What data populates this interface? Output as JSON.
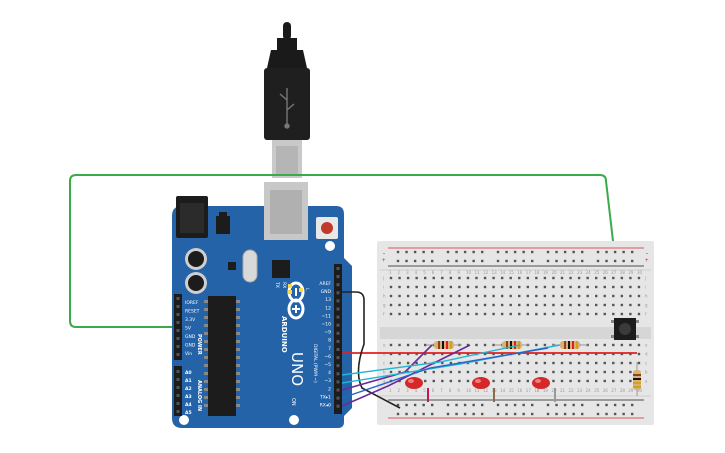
{
  "board": {
    "logo": "ARDUINO",
    "model": "UNO",
    "on_label": "ON",
    "tx_label": "TX",
    "rx_label": "RX",
    "l_label": "L",
    "power_header_title": "POWER",
    "analog_header_title": "ANALOG IN",
    "digital_header_title": "DIGITAL (PWM ~)",
    "power_pins": [
      "IOREF",
      "RESET",
      "3.3V",
      "5V",
      "GND",
      "GND",
      "Vin"
    ],
    "analog_pins": [
      "A0",
      "A1",
      "A2",
      "A3",
      "A4",
      "A5"
    ],
    "digital_pins": [
      "AREF",
      "GND",
      "13",
      "12",
      "~11",
      "~10",
      "~9",
      "8",
      "7",
      "~6",
      "~5",
      "4",
      "~3",
      "2",
      "TX▸1",
      "RX◂0"
    ]
  },
  "breadboard": {
    "columns": 30,
    "rows_top": [
      "j",
      "i",
      "h",
      "g",
      "f"
    ],
    "rows_bottom": [
      "e",
      "d",
      "c",
      "b",
      "a"
    ],
    "rail_plus": "+",
    "rail_minus": "-"
  },
  "colors": {
    "board": "#2563a8",
    "breadboard": "#e6e6e6",
    "wire_green": "#3aaa4a",
    "wire_red": "#e02020",
    "wire_black": "#222222",
    "wire_purple": "#6a2a9a",
    "wire_cyan": "#1fb7d4",
    "wire_blue": "#2a62c8",
    "led": "#d62828"
  },
  "components": {
    "leds": [
      "red-led-1",
      "red-led-2",
      "red-led-3"
    ],
    "resistors": [
      "resistor-1",
      "resistor-2",
      "resistor-3",
      "resistor-4"
    ],
    "button": "pushbutton",
    "cable": "usb-b-cable"
  }
}
